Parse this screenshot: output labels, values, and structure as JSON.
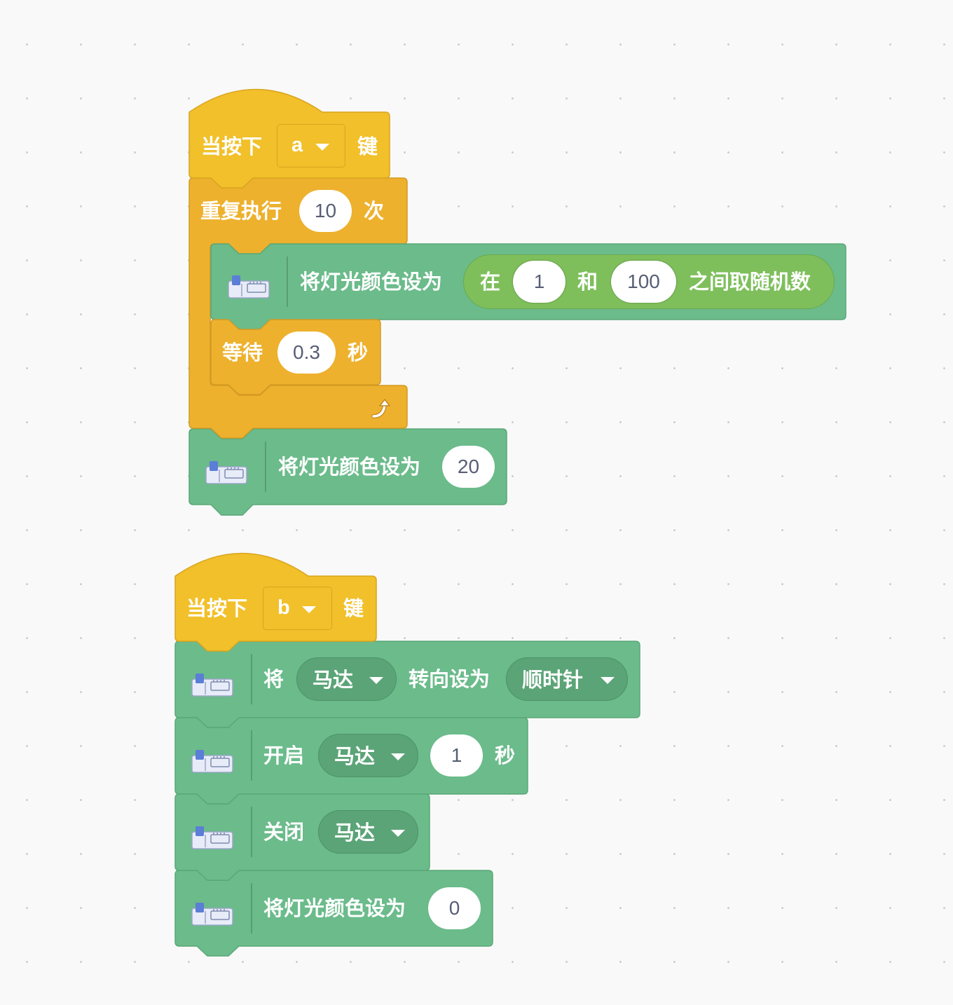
{
  "script1": {
    "hat": {
      "prefix": "当按下",
      "key": "a",
      "suffix": "键"
    },
    "repeat": {
      "label": "重复执行",
      "times": "10",
      "unit": "次"
    },
    "set_light_random": {
      "label": "将灯光颜色设为",
      "op_prefix": "在",
      "from": "1",
      "op_and": "和",
      "to": "100",
      "op_suffix": "之间取随机数"
    },
    "wait": {
      "label": "等待",
      "seconds": "0.3",
      "unit": "秒"
    },
    "set_light_after": {
      "label": "将灯光颜色设为",
      "value": "20"
    }
  },
  "script2": {
    "hat": {
      "prefix": "当按下",
      "key": "b",
      "suffix": "键"
    },
    "set_direction": {
      "label": "将",
      "motor": "马达",
      "middle": "转向设为",
      "direction": "顺时针"
    },
    "motor_on": {
      "label": "开启",
      "motor": "马达",
      "seconds": "1",
      "unit": "秒"
    },
    "motor_off": {
      "label": "关闭",
      "motor": "马达"
    },
    "set_light": {
      "label": "将灯光颜色设为",
      "value": "0"
    }
  },
  "icons": {
    "extension_block": "pin-board-icon",
    "loop_arrow": "loop-arrow-icon",
    "dropdown": "dropdown-caret-icon"
  },
  "colors": {
    "event": "#f1c02a",
    "control": "#edb12e",
    "extension": "#6bbb8b",
    "operator": "#7ebf5c",
    "canvas": "#f9f9f9"
  }
}
